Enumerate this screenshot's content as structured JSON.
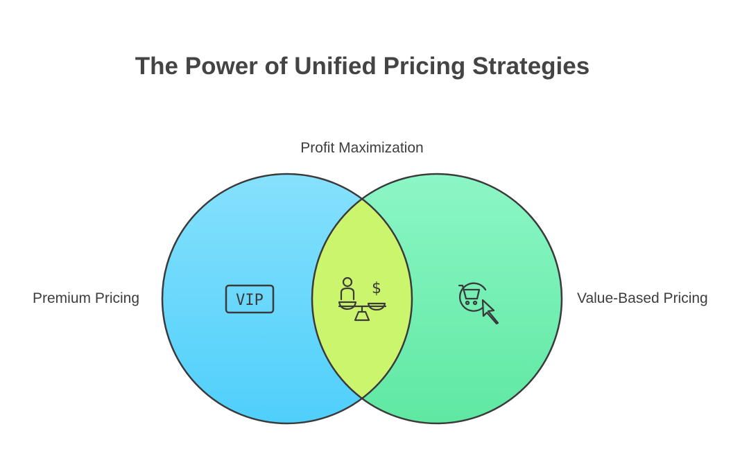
{
  "title": "The Power of Unified Pricing Strategies",
  "sets": {
    "left": {
      "label": "Premium Pricing",
      "icon": "vip-icon",
      "color": "#5fd6fb"
    },
    "right": {
      "label": "Value-Based Pricing",
      "icon": "shopping-cart-cursor-icon",
      "color": "#6feeb0"
    },
    "intersection": {
      "label": "Profit Maximization",
      "icon": "balance-scale-person-dollar-icon",
      "color": "#c9f46c"
    }
  },
  "icon_text": {
    "vip": "VIP",
    "dollar": "$"
  }
}
